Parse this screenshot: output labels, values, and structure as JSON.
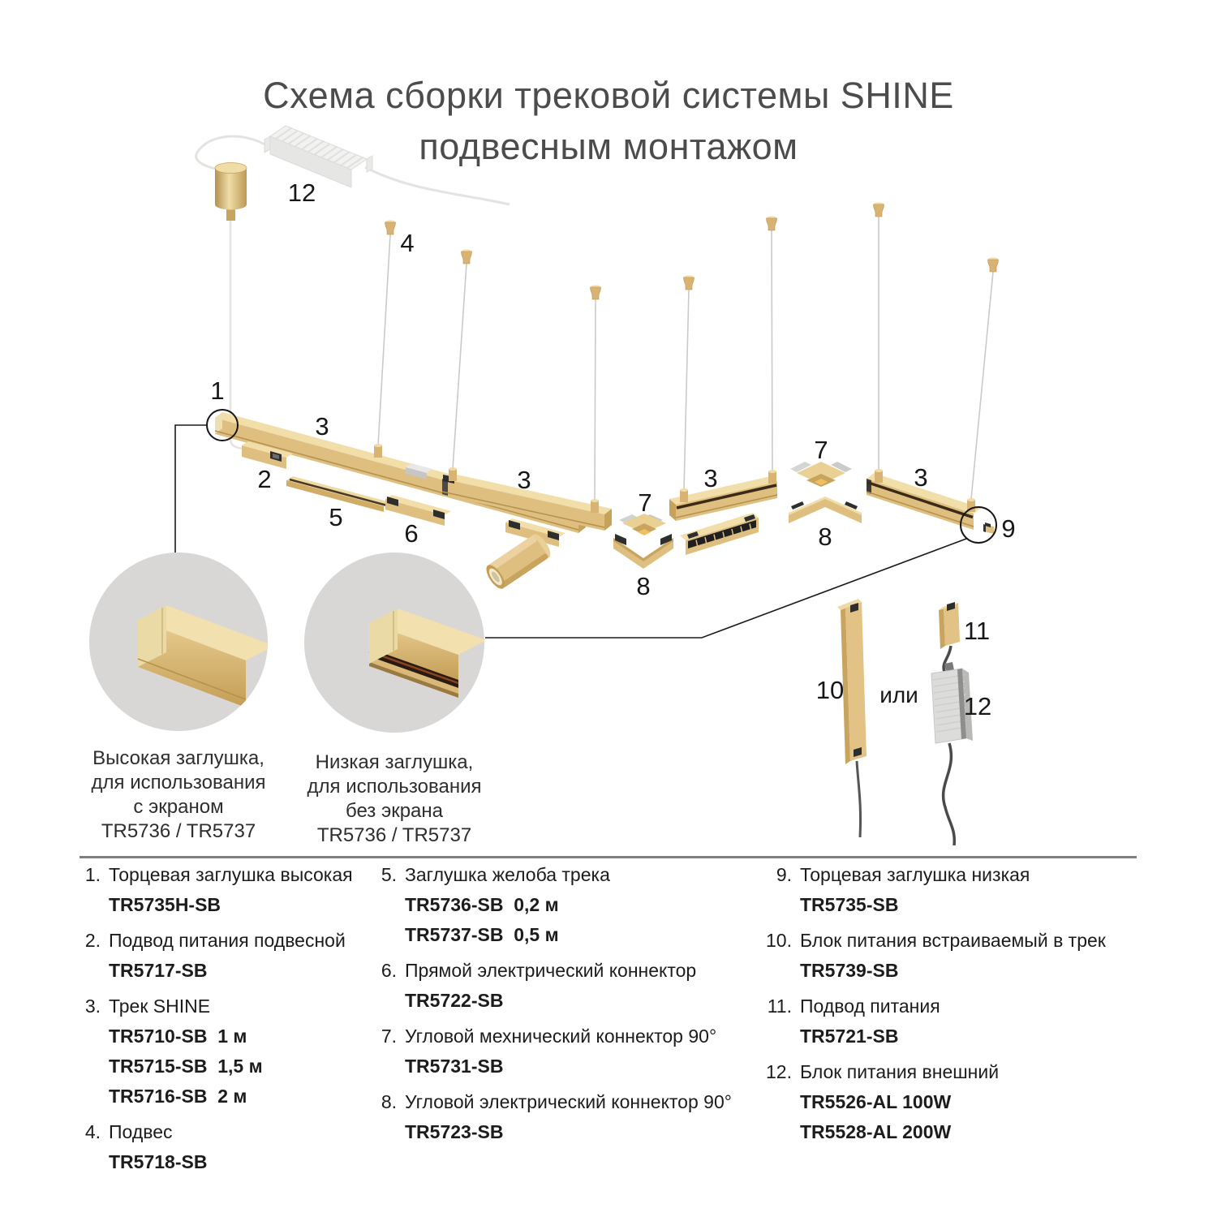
{
  "title": {
    "line1": "Схема сборки трековой системы SHINE",
    "line2": "подвесным монтажом"
  },
  "diagram": {
    "labels": {
      "n1": "1",
      "n2": "2",
      "n3": "3",
      "n4": "4",
      "n5": "5",
      "n6": "6",
      "n7": "7",
      "n8": "8",
      "n9": "9",
      "n10": "10",
      "n11": "11",
      "n12": "12",
      "or_text": "или"
    },
    "callouts": {
      "high_cap": {
        "lines": [
          "Высокая заглушка,",
          "для использования",
          "с экраном",
          "TR5736 / TR5737"
        ]
      },
      "low_cap": {
        "lines": [
          "Низкая заглушка,",
          "для использования",
          "без экрана",
          "TR5736 / TR5737"
        ]
      }
    },
    "colors": {
      "gold": "#DFBF80",
      "gold_light": "#F1DEA9",
      "detail_circle_gray": "#D9D7D5"
    }
  },
  "legend": {
    "columns": [
      {
        "items": [
          {
            "num": "1.",
            "label": "Торцевая заглушка высокая",
            "codes": [
              "TR5735H-SB"
            ]
          },
          {
            "num": "2.",
            "label": "Подвод питания подвесной",
            "codes": [
              "TR5717-SB"
            ]
          },
          {
            "num": "3.",
            "label": "Трек SHINE",
            "codes": [
              "TR5710-SB  1 м",
              "TR5715-SB  1,5 м",
              "TR5716-SB  2 м"
            ]
          },
          {
            "num": "4.",
            "label": "Подвес",
            "codes": [
              "TR5718-SB"
            ]
          }
        ]
      },
      {
        "items": [
          {
            "num": "5.",
            "label": "Заглушка желоба трека",
            "codes": [
              "TR5736-SB  0,2 м",
              "TR5737-SB  0,5 м"
            ]
          },
          {
            "num": "6.",
            "label": "Прямой электрический коннектор",
            "codes": [
              "TR5722-SB"
            ]
          },
          {
            "num": "7.",
            "label": "Угловой мехнический коннектор 90°",
            "codes": [
              "TR5731-SB"
            ]
          },
          {
            "num": "8.",
            "label": "Угловой электрический коннектор 90°",
            "codes": [
              "TR5723-SB"
            ]
          }
        ]
      },
      {
        "items": [
          {
            "num": "9.",
            "label": "Торцевая заглушка низкая",
            "codes": [
              "TR5735-SB"
            ]
          },
          {
            "num": "10.",
            "label": "Блок питания встраиваемый в трек",
            "codes": [
              "TR5739-SB"
            ]
          },
          {
            "num": "11.",
            "label": "Подвод питания",
            "codes": [
              "TR5721-SB"
            ]
          },
          {
            "num": "12.",
            "label": "Блок питания внешний",
            "codes": [
              "TR5526-AL 100W",
              "TR5528-AL 200W"
            ]
          }
        ]
      }
    ]
  }
}
